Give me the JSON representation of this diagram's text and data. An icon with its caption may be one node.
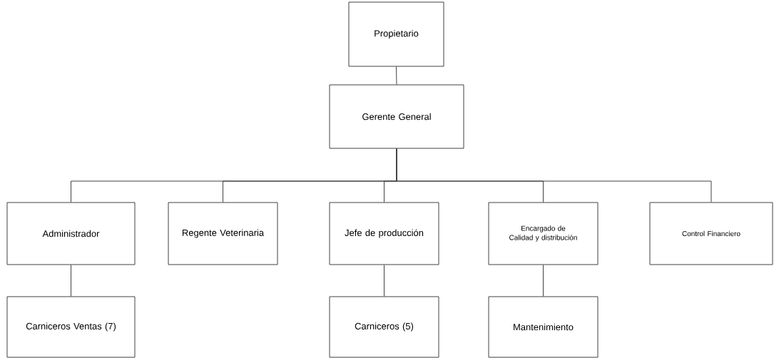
{
  "diagram": {
    "nodes": [
      {
        "text": [
          "Propietario"
        ]
      },
      {
        "text": [
          "Gerente General"
        ]
      },
      {
        "text": [
          "Administrador"
        ]
      },
      {
        "text": [
          "Regente Veterinaria"
        ]
      },
      {
        "text": [
          "Jefe de producción"
        ]
      },
      {
        "text": [
          "Encargado de Calidad y distribución"
        ]
      },
      {
        "text": [
          "Control Financiero"
        ]
      },
      {
        "text": [
          "Carniceros Ventas (7)"
        ]
      },
      {
        "text": [
          "Carniceros (5)"
        ]
      },
      {
        "text": [
          "Mantenimiento"
        ]
      }
    ],
    "edges": [
      {
        "from": 0,
        "to": 1,
        "arrow": "none"
      },
      {
        "from": 1,
        "to": 2,
        "arrow": "none"
      },
      {
        "from": 1,
        "to": 3,
        "arrow": "none"
      },
      {
        "from": 1,
        "to": 4,
        "arrow": "none"
      },
      {
        "from": 1,
        "to": 5,
        "arrow": "none"
      },
      {
        "from": 1,
        "to": 6,
        "arrow": "none"
      },
      {
        "from": 2,
        "to": 7,
        "arrow": "none"
      },
      {
        "from": 4,
        "to": 8,
        "arrow": "none"
      },
      {
        "from": 5,
        "to": 9,
        "arrow": "none"
      }
    ]
  }
}
